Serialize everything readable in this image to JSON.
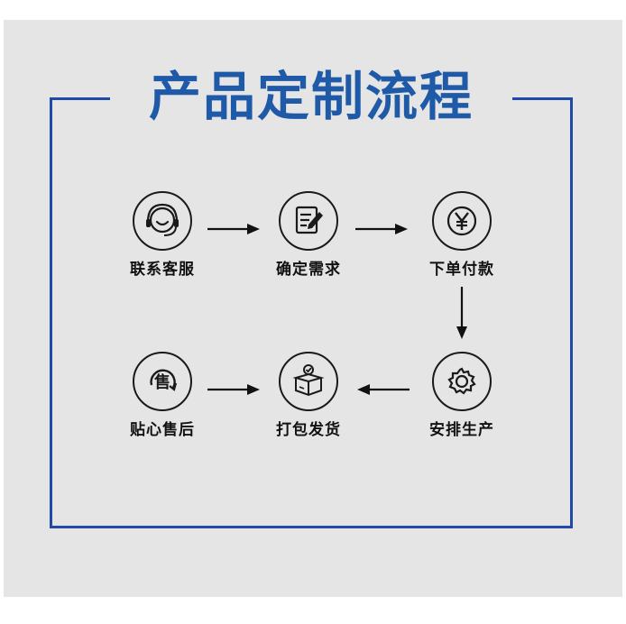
{
  "title": "产品定制流程",
  "colors": {
    "accent": "#1f4aa8",
    "title": "#1f5aa8",
    "panel": "#e5e5e6",
    "icon": "#1a1a1a"
  },
  "steps": [
    {
      "label": "联系客服",
      "icon": "headset-icon"
    },
    {
      "label": "确定需求",
      "icon": "edit-document-icon"
    },
    {
      "label": "下单付款",
      "icon": "yuan-coin-icon"
    },
    {
      "label": "安排生产",
      "icon": "gear-cycle-icon"
    },
    {
      "label": "打包发货",
      "icon": "package-box-icon"
    },
    {
      "label": "贴心售后",
      "icon": "after-sales-icon",
      "icon_text": "售"
    }
  ]
}
